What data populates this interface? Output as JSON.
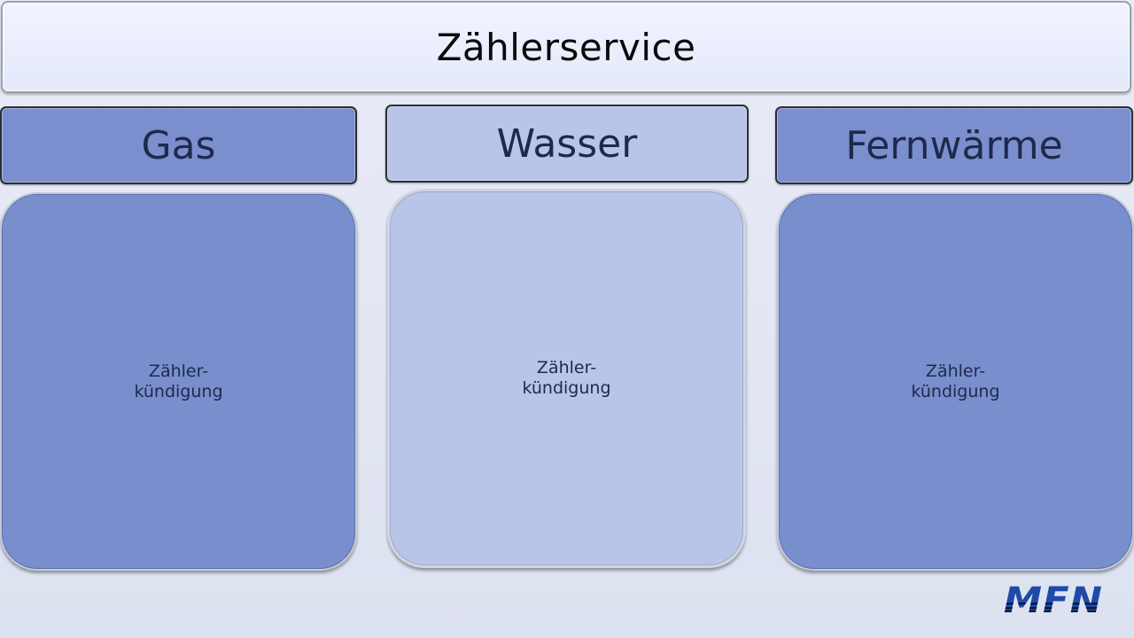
{
  "header": {
    "title": "Zählerservice"
  },
  "columns": [
    {
      "tab_label": "Gas",
      "card_label": "Zähler-\nkündigung",
      "variant": "dark"
    },
    {
      "tab_label": "Wasser",
      "card_label": "Zähler-\nkündigung",
      "variant": "light"
    },
    {
      "tab_label": "Fernwärme",
      "card_label": "Zähler-\nkündigung",
      "variant": "dark"
    }
  ],
  "logo": {
    "text": "MFN",
    "color": "#1f4aa8"
  },
  "colors": {
    "background": "#e3e7f3",
    "tab_dark": "#7b8fcf",
    "tab_light": "#b9c5e8",
    "card_dark": "#788ecd",
    "card_light": "#b8c5e8",
    "label_text": "#1e2a4a"
  }
}
